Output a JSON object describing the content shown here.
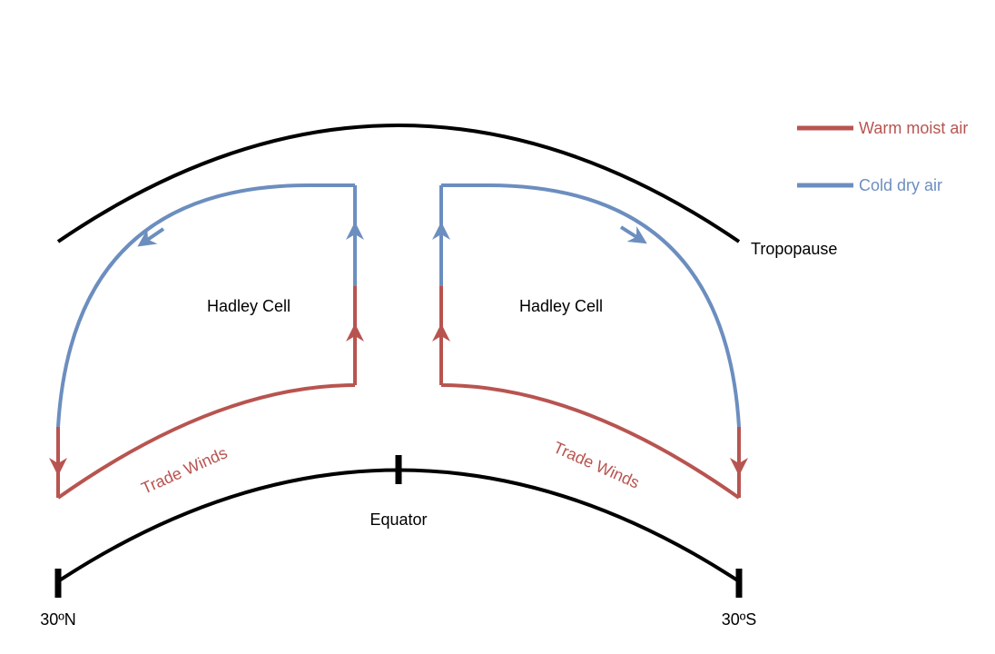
{
  "labels": {
    "tropopause": "Tropopause",
    "hadley_left": "Hadley Cell",
    "hadley_right": "Hadley Cell",
    "trade_left": "Trade Winds",
    "trade_right": "Trade Winds",
    "equator": "Equator",
    "lat_north": "30ºN",
    "lat_south": "30ºS"
  },
  "legend": {
    "warm": {
      "label": "Warm moist air",
      "color": "#b85450"
    },
    "cold": {
      "label": "Cold dry air",
      "color": "#6c8ebf"
    }
  },
  "colors": {
    "line": "#000000",
    "warm": "#b85450",
    "cold": "#6c8ebf"
  }
}
